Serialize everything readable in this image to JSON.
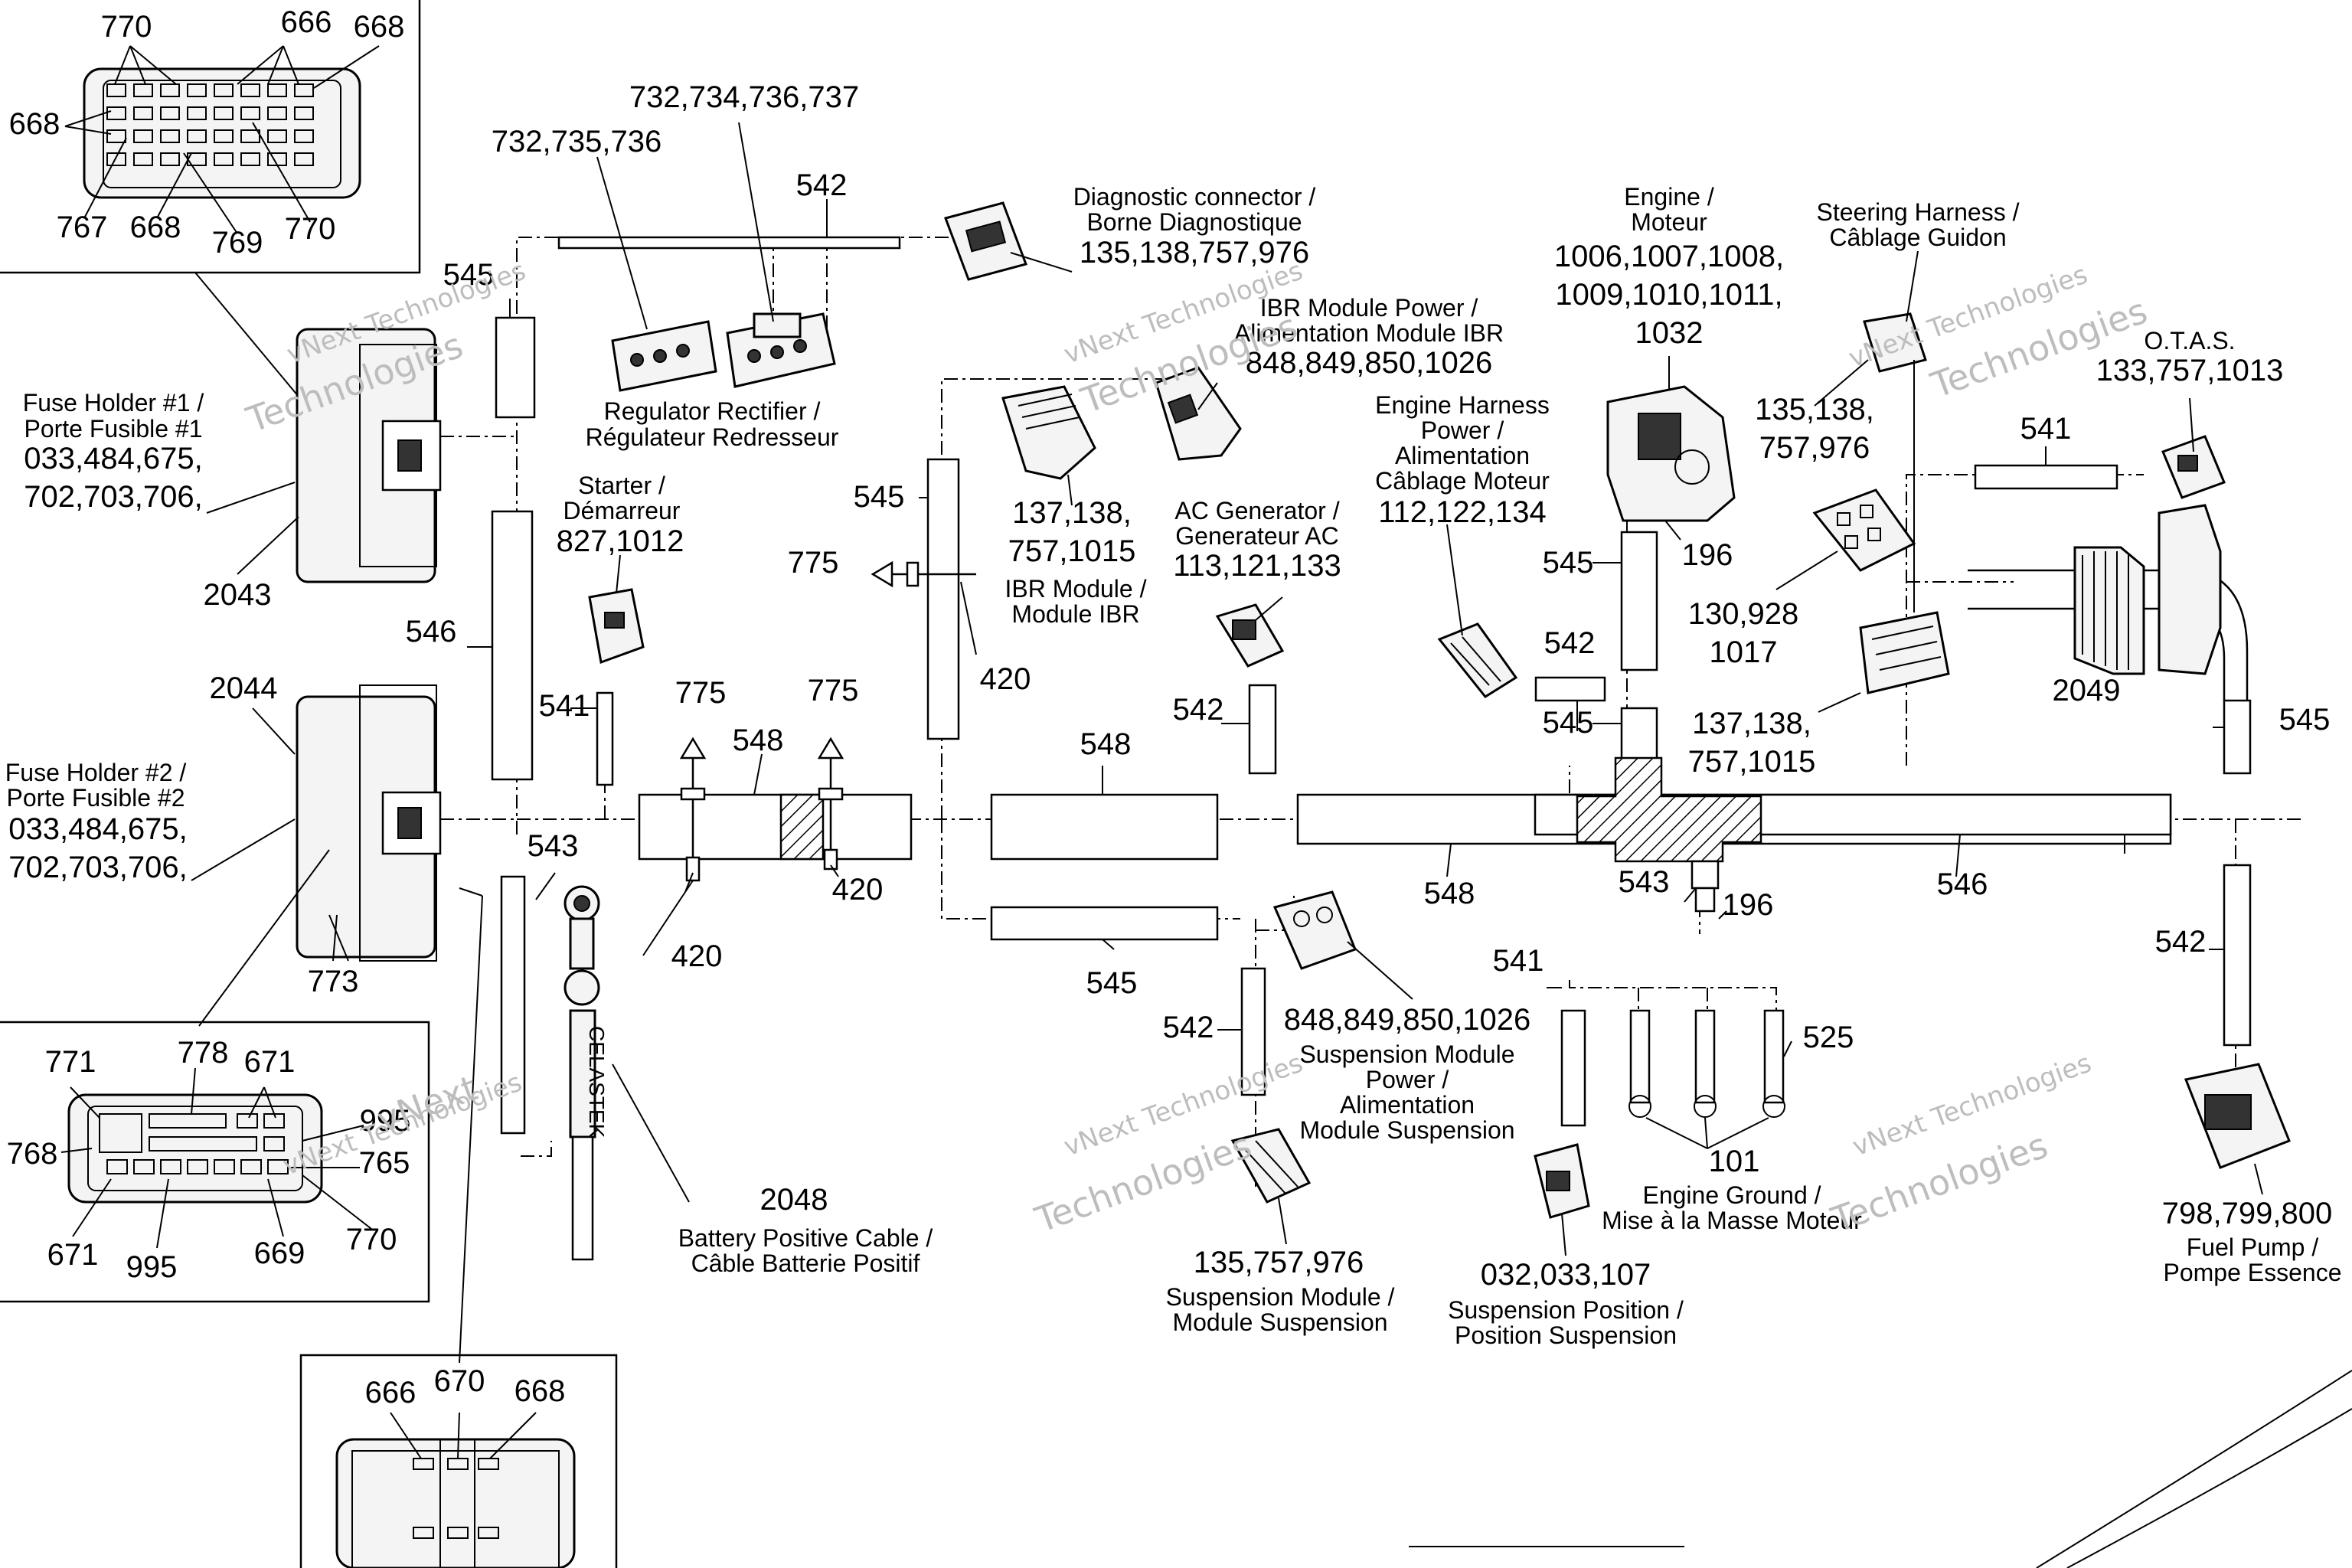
{
  "callouts": {
    "c770a": "770",
    "c666a": "666",
    "c668a": "668",
    "c668b": "668",
    "c767": "767",
    "c668c": "668",
    "c769": "769",
    "c770b": "770",
    "c545a": "545",
    "c2043": "2043",
    "c546a": "546",
    "c2044": "2044",
    "c773": "773",
    "c541a": "541",
    "c543a": "543",
    "c775a": "775",
    "c548a": "548",
    "c775b": "775",
    "c420a": "420",
    "c420b": "420",
    "c2048": "2048",
    "c542a": "542",
    "c545b": "545",
    "c775c": "775",
    "c420c": "420",
    "c548b": "548",
    "c542b": "542",
    "c545c": "545",
    "c542c": "542",
    "c548c": "548",
    "c545d": "545",
    "c542d": "542",
    "c545e": "545",
    "c196a": "196",
    "c543b": "543",
    "c196b": "196",
    "c546b": "546",
    "c541b": "541",
    "c525": "525",
    "c101": "101",
    "c2049": "2049",
    "c545f": "545",
    "c541c": "541",
    "c542e": "542",
    "c771": "771",
    "c778": "778",
    "c671a": "671",
    "c995a": "995",
    "c768": "768",
    "c765": "765",
    "c671b": "671",
    "c995b": "995",
    "c669": "669",
    "c770c": "770",
    "c666b": "666",
    "c670": "670",
    "c668d": "668"
  },
  "labels": {
    "reg_a": "732,735,736",
    "reg_b": "732,734,736,737",
    "reg_name1": "Regulator Rectifier /",
    "reg_name2": "Régulateur Redresseur",
    "diag1": "Diagnostic connector /",
    "diag2": "Borne Diagnostique",
    "diag_nums": "135,138,757,976",
    "ibrp1": "IBR Module Power /",
    "ibrp2": "Alimentation Module IBR",
    "ibrp_nums": "848,849,850,1026",
    "ibr_nums1": "137,138,",
    "ibr_nums2": "757,1015",
    "ibr1": "IBR Module /",
    "ibr2": "Module IBR",
    "starter1": "Starter /",
    "starter2": "Démarreur",
    "starter_nums": "827,1012",
    "fh1_1": "Fuse Holder #1 /",
    "fh1_2": "Porte Fusible #1",
    "fh1_n1": "033,484,675,",
    "fh1_n2": "702,703,706,",
    "fh2_1": "Fuse Holder #2 /",
    "fh2_2": "Porte Fusible #2",
    "fh2_n1": "033,484,675,",
    "fh2_n2": "702,703,706,",
    "acg1": "AC Generator /",
    "acg2": "Generateur AC",
    "acg_nums": "113,121,133",
    "ehp1": "Engine Harness",
    "ehp2": "Power /",
    "ehp3": "Alimentation",
    "ehp4": "Câblage Moteur",
    "ehp_nums": "112,122,134",
    "eng1": "Engine /",
    "eng2": "Moteur",
    "eng_n1": "1006,1007,1008,",
    "eng_n2": "1009,1010,1011,",
    "eng_n3": "1032",
    "steer1": "Steering Harness /",
    "steer2": "Câblage Guidon",
    "steer_n1": "135,138,",
    "steer_n2": "757,976",
    "otas1": "O.T.A.S.",
    "otas_nums": "133,757,1013",
    "c130_1": "130,928",
    "c130_2": "1017",
    "c137_1": "137,138,",
    "c137_2": "757,1015",
    "smp_nums": "848,849,850,1026",
    "smp1": "Suspension Module",
    "smp2": "Power /",
    "smp3": "Alimentation",
    "smp4": "Module Suspension",
    "sm_nums": "135,757,976",
    "sm1": "Suspension Module /",
    "sm2": "Module Suspension",
    "sp_nums": "032,033,107",
    "sp1": "Suspension Position /",
    "sp2": "Position Suspension",
    "eg1": "Engine Ground /",
    "eg2": "Mise à la Masse Moteur",
    "fp_nums": "798,799,800",
    "fp1": "Fuel Pump /",
    "fp2": "Pompe Essence",
    "bat1": "Battery Positive Cable /",
    "bat2": "Câble Batterie Positif",
    "celastek": "CELASTEK"
  },
  "watermarks": {
    "w1": "vNext Technologies",
    "w2": "vNext",
    "w3": "Technologies"
  }
}
